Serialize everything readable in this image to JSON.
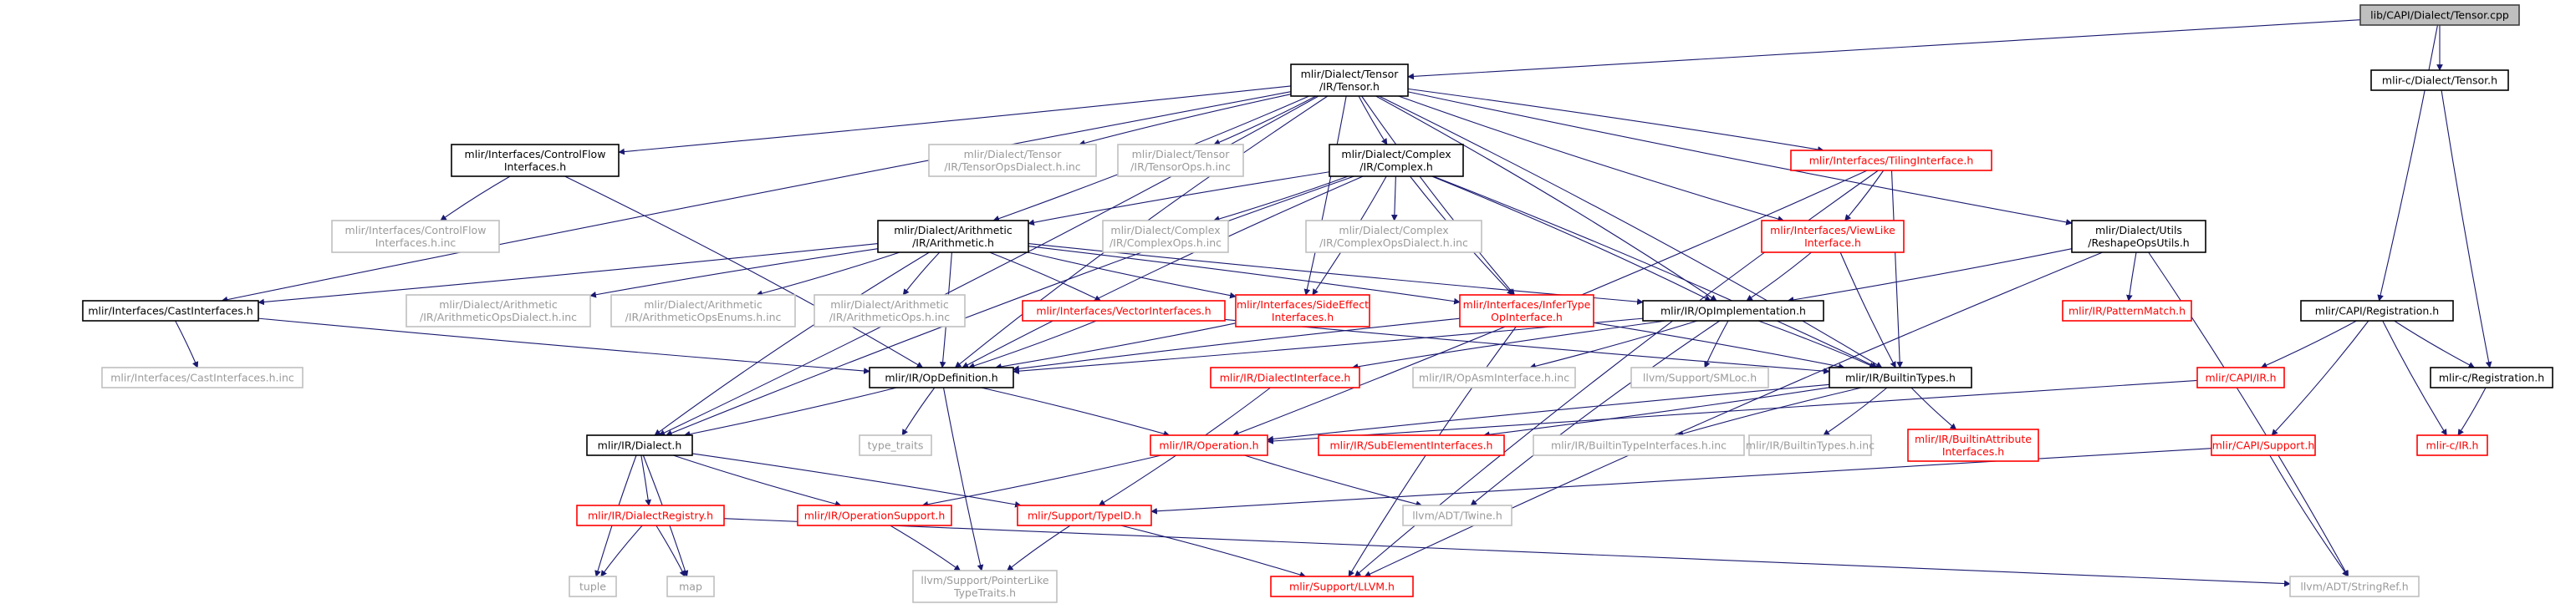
{
  "title": "lib/CAPI/Dialect/Tensor.cpp",
  "colors": {
    "root_fill": "#bfbfbf",
    "documented_border": "#000000",
    "undocumented_border": "#ff0000",
    "external_border": "#bfbfbf",
    "external_text": "#9a9a9a",
    "edge": "#191970"
  },
  "nodes": [
    {
      "id": "root",
      "kind": "root",
      "lines": [
        "lib/CAPI/Dialect/Tensor.cpp"
      ]
    },
    {
      "id": "tensor",
      "kind": "doc",
      "lines": [
        "mlir/Dialect/Tensor",
        "/IR/Tensor.h"
      ]
    },
    {
      "id": "capitensor",
      "kind": "doc",
      "lines": [
        "mlir-c/Dialect/Tensor.h"
      ]
    },
    {
      "id": "cf",
      "kind": "doc",
      "lines": [
        "mlir/Interfaces/ControlFlow",
        "Interfaces.h"
      ]
    },
    {
      "id": "tensorops_dialect_inc",
      "kind": "ext",
      "lines": [
        "mlir/Dialect/Tensor",
        "/IR/TensorOpsDialect.h.inc"
      ]
    },
    {
      "id": "tensorops_inc",
      "kind": "ext",
      "lines": [
        "mlir/Dialect/Tensor",
        "/IR/TensorOps.h.inc"
      ]
    },
    {
      "id": "complex",
      "kind": "doc",
      "lines": [
        "mlir/Dialect/Complex",
        "/IR/Complex.h"
      ]
    },
    {
      "id": "tiling",
      "kind": "undoc",
      "lines": [
        "mlir/Interfaces/TilingInterface.h"
      ]
    },
    {
      "id": "cf_inc",
      "kind": "ext",
      "lines": [
        "mlir/Interfaces/ControlFlow",
        "Interfaces.h.inc"
      ]
    },
    {
      "id": "arith",
      "kind": "doc",
      "lines": [
        "mlir/Dialect/Arithmetic",
        "/IR/Arithmetic.h"
      ]
    },
    {
      "id": "complexops_inc",
      "kind": "ext",
      "lines": [
        "mlir/Dialect/Complex",
        "/IR/ComplexOps.h.inc"
      ]
    },
    {
      "id": "complex_dialect_inc",
      "kind": "ext",
      "lines": [
        "mlir/Dialect/Complex",
        "/IR/ComplexOpsDialect.h.inc"
      ]
    },
    {
      "id": "viewlike",
      "kind": "undoc",
      "lines": [
        "mlir/Interfaces/ViewLike",
        "Interface.h"
      ]
    },
    {
      "id": "reshape",
      "kind": "doc",
      "lines": [
        "mlir/Dialect/Utils",
        "/ReshapeOpsUtils.h"
      ]
    },
    {
      "id": "registration_capi",
      "kind": "doc",
      "lines": [
        "mlir/CAPI/Registration.h"
      ]
    },
    {
      "id": "cast",
      "kind": "doc",
      "lines": [
        "mlir/Interfaces/CastInterfaces.h"
      ]
    },
    {
      "id": "arith_dialect_inc",
      "kind": "ext",
      "lines": [
        "mlir/Dialect/Arithmetic",
        "/IR/ArithmeticOpsDialect.h.inc"
      ]
    },
    {
      "id": "arith_enums_inc",
      "kind": "ext",
      "lines": [
        "mlir/Dialect/Arithmetic",
        "/IR/ArithmeticOpsEnums.h.inc"
      ]
    },
    {
      "id": "arith_ops_inc",
      "kind": "ext",
      "lines": [
        "mlir/Dialect/Arithmetic",
        "/IR/ArithmeticOps.h.inc"
      ]
    },
    {
      "id": "vector",
      "kind": "undoc",
      "lines": [
        "mlir/Interfaces/VectorInterfaces.h"
      ]
    },
    {
      "id": "sideeffect",
      "kind": "undoc",
      "lines": [
        "mlir/Interfaces/SideEffect",
        "Interfaces.h"
      ]
    },
    {
      "id": "infertype",
      "kind": "undoc",
      "lines": [
        "mlir/Interfaces/InferType",
        "OpInterface.h"
      ]
    },
    {
      "id": "opimpl",
      "kind": "doc",
      "lines": [
        "mlir/IR/OpImplementation.h"
      ]
    },
    {
      "id": "patternmatch",
      "kind": "undoc",
      "lines": [
        "mlir/IR/PatternMatch.h"
      ]
    },
    {
      "id": "capi_ir",
      "kind": "undoc",
      "lines": [
        "mlir/CAPI/IR.h"
      ]
    },
    {
      "id": "registration_c",
      "kind": "doc",
      "lines": [
        "mlir-c/Registration.h"
      ]
    },
    {
      "id": "cast_inc",
      "kind": "ext",
      "lines": [
        "mlir/Interfaces/CastInterfaces.h.inc"
      ]
    },
    {
      "id": "opdef",
      "kind": "doc",
      "lines": [
        "mlir/IR/OpDefinition.h"
      ]
    },
    {
      "id": "dialectinterface",
      "kind": "undoc",
      "lines": [
        "mlir/IR/DialectInterface.h"
      ]
    },
    {
      "id": "opasm_inc",
      "kind": "ext",
      "lines": [
        "mlir/IR/OpAsmInterface.h.inc"
      ]
    },
    {
      "id": "smloc",
      "kind": "ext",
      "lines": [
        "llvm/Support/SMLoc.h"
      ]
    },
    {
      "id": "builtintypes",
      "kind": "doc",
      "lines": [
        "mlir/IR/BuiltinTypes.h"
      ]
    },
    {
      "id": "type_traits",
      "kind": "ext",
      "lines": [
        "type_traits"
      ]
    },
    {
      "id": "operation",
      "kind": "undoc",
      "lines": [
        "mlir/IR/Operation.h"
      ]
    },
    {
      "id": "subelement",
      "kind": "undoc",
      "lines": [
        "mlir/IR/SubElementInterfaces.h"
      ]
    },
    {
      "id": "builtintypeif_inc",
      "kind": "ext",
      "lines": [
        "mlir/IR/BuiltinTypeInterfaces.h.inc"
      ]
    },
    {
      "id": "builtintypes_inc",
      "kind": "ext",
      "lines": [
        "mlir/IR/BuiltinTypes.h.inc"
      ]
    },
    {
      "id": "builtinattr",
      "kind": "undoc",
      "lines": [
        "mlir/IR/BuiltinAttribute",
        "Interfaces.h"
      ]
    },
    {
      "id": "capi_support",
      "kind": "undoc",
      "lines": [
        "mlir/CAPI/Support.h"
      ]
    },
    {
      "id": "mlirc_ir",
      "kind": "undoc",
      "lines": [
        "mlir-c/IR.h"
      ]
    },
    {
      "id": "dialect",
      "kind": "doc",
      "lines": [
        "mlir/IR/Dialect.h"
      ]
    },
    {
      "id": "dialectregistry",
      "kind": "undoc",
      "lines": [
        "mlir/IR/DialectRegistry.h"
      ]
    },
    {
      "id": "opsupport",
      "kind": "undoc",
      "lines": [
        "mlir/IR/OperationSupport.h"
      ]
    },
    {
      "id": "typeid",
      "kind": "undoc",
      "lines": [
        "mlir/Support/TypeID.h"
      ]
    },
    {
      "id": "twine",
      "kind": "ext",
      "lines": [
        "llvm/ADT/Twine.h"
      ]
    },
    {
      "id": "tuple",
      "kind": "ext",
      "lines": [
        "tuple"
      ]
    },
    {
      "id": "map",
      "kind": "ext",
      "lines": [
        "map"
      ]
    },
    {
      "id": "pointerlike",
      "kind": "ext",
      "lines": [
        "llvm/Support/PointerLike",
        "TypeTraits.h"
      ]
    },
    {
      "id": "llvm_h",
      "kind": "undoc",
      "lines": [
        "mlir/Support/LLVM.h"
      ]
    },
    {
      "id": "stringref",
      "kind": "ext",
      "lines": [
        "llvm/ADT/StringRef.h"
      ]
    }
  ],
  "edges": [
    [
      "root",
      "tensor"
    ],
    [
      "root",
      "capitensor"
    ],
    [
      "root",
      "registration_capi"
    ],
    [
      "capitensor",
      "registration_c"
    ],
    [
      "tensor",
      "cf"
    ],
    [
      "tensor",
      "tensorops_dialect_inc"
    ],
    [
      "tensor",
      "tensorops_inc"
    ],
    [
      "tensor",
      "complex"
    ],
    [
      "tensor",
      "tiling"
    ],
    [
      "tensor",
      "reshape"
    ],
    [
      "tensor",
      "arith"
    ],
    [
      "tensor",
      "cast"
    ],
    [
      "tensor",
      "dialect"
    ],
    [
      "tensor",
      "opdef"
    ],
    [
      "tensor",
      "sideeffect"
    ],
    [
      "tensor",
      "infertype"
    ],
    [
      "tensor",
      "opimpl"
    ],
    [
      "tensor",
      "viewlike"
    ],
    [
      "tensor",
      "builtintypes"
    ],
    [
      "cf",
      "cf_inc"
    ],
    [
      "cf",
      "opdef"
    ],
    [
      "complex",
      "arith"
    ],
    [
      "complex",
      "complexops_inc"
    ],
    [
      "complex",
      "complex_dialect_inc"
    ],
    [
      "complex",
      "sideeffect"
    ],
    [
      "complex",
      "infertype"
    ],
    [
      "complex",
      "opimpl"
    ],
    [
      "complex",
      "opdef"
    ],
    [
      "complex",
      "builtintypes"
    ],
    [
      "complex",
      "dialect"
    ],
    [
      "tiling",
      "viewlike"
    ],
    [
      "tiling",
      "builtintypes"
    ],
    [
      "tiling",
      "operation"
    ],
    [
      "tiling",
      "llvm_h"
    ],
    [
      "viewlike",
      "opimpl"
    ],
    [
      "viewlike",
      "builtintypes"
    ],
    [
      "reshape",
      "opimpl"
    ],
    [
      "reshape",
      "patternmatch"
    ],
    [
      "reshape",
      "stringref"
    ],
    [
      "reshape",
      "llvm_h"
    ],
    [
      "arith",
      "cast"
    ],
    [
      "arith",
      "arith_dialect_inc"
    ],
    [
      "arith",
      "arith_enums_inc"
    ],
    [
      "arith",
      "arith_ops_inc"
    ],
    [
      "arith",
      "vector"
    ],
    [
      "arith",
      "sideeffect"
    ],
    [
      "arith",
      "infertype"
    ],
    [
      "arith",
      "opimpl"
    ],
    [
      "arith",
      "opdef"
    ],
    [
      "arith",
      "dialect"
    ],
    [
      "cast",
      "cast_inc"
    ],
    [
      "cast",
      "opdef"
    ],
    [
      "vector",
      "opdef"
    ],
    [
      "vector",
      "builtintypes"
    ],
    [
      "sideeffect",
      "opdef"
    ],
    [
      "infertype",
      "opdef"
    ],
    [
      "infertype",
      "builtintypes"
    ],
    [
      "infertype",
      "llvm_h"
    ],
    [
      "opimpl",
      "opdef"
    ],
    [
      "opimpl",
      "dialectinterface"
    ],
    [
      "opimpl",
      "opasm_inc"
    ],
    [
      "opimpl",
      "smloc"
    ],
    [
      "opimpl",
      "builtintypes"
    ],
    [
      "opimpl",
      "twine"
    ],
    [
      "registration_capi",
      "capi_ir"
    ],
    [
      "registration_capi",
      "registration_c"
    ],
    [
      "registration_capi",
      "capi_support"
    ],
    [
      "registration_capi",
      "mlirc_ir"
    ],
    [
      "registration_c",
      "mlirc_ir"
    ],
    [
      "capi_ir",
      "operation"
    ],
    [
      "capi_support",
      "typeid"
    ],
    [
      "capi_support",
      "stringref"
    ],
    [
      "opdef",
      "dialect"
    ],
    [
      "opdef",
      "type_traits"
    ],
    [
      "opdef",
      "operation"
    ],
    [
      "opdef",
      "pointerlike"
    ],
    [
      "dialectinterface",
      "typeid"
    ],
    [
      "builtintypes",
      "operation"
    ],
    [
      "builtintypes",
      "subelement"
    ],
    [
      "builtintypes",
      "builtintypeif_inc"
    ],
    [
      "builtintypes",
      "builtintypes_inc"
    ],
    [
      "builtintypes",
      "builtinattr"
    ],
    [
      "operation",
      "opsupport"
    ],
    [
      "operation",
      "twine"
    ],
    [
      "dialect",
      "dialectregistry"
    ],
    [
      "dialect",
      "opsupport"
    ],
    [
      "dialect",
      "typeid"
    ],
    [
      "dialect",
      "tuple"
    ],
    [
      "dialect",
      "map"
    ],
    [
      "dialectregistry",
      "tuple"
    ],
    [
      "dialectregistry",
      "map"
    ],
    [
      "dialectregistry",
      "stringref"
    ],
    [
      "opsupport",
      "pointerlike"
    ],
    [
      "typeid",
      "pointerlike"
    ],
    [
      "typeid",
      "llvm_h"
    ]
  ]
}
